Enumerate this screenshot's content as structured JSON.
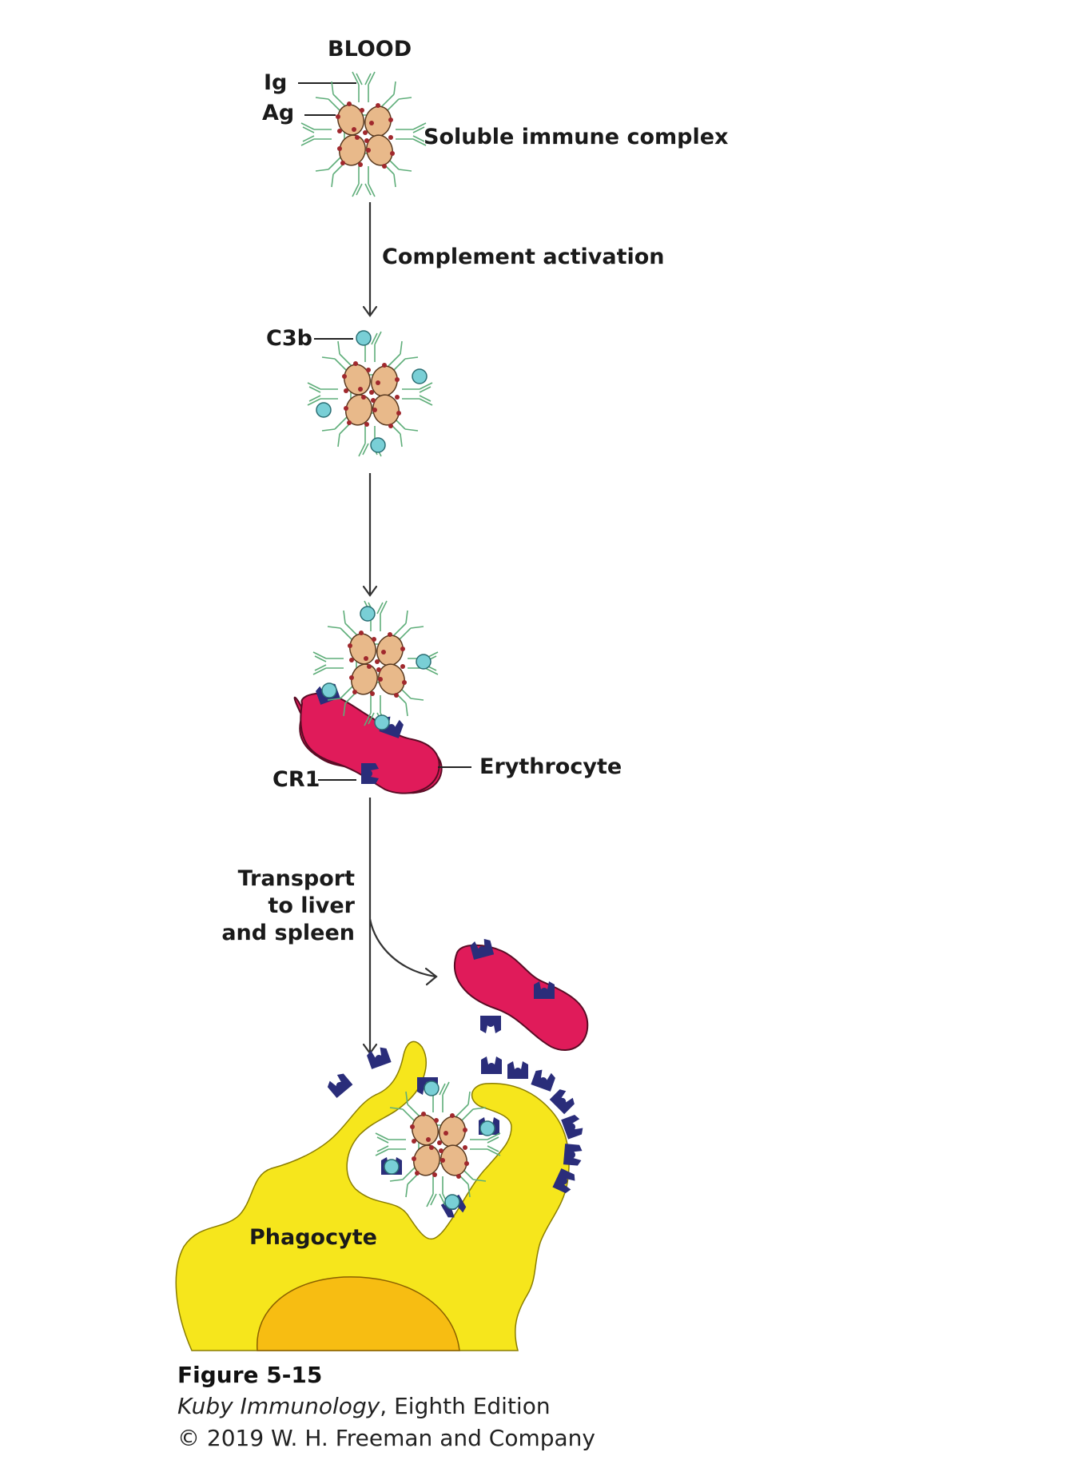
{
  "labels": {
    "blood": "BLOOD",
    "ig": "Ig",
    "ag": "Ag",
    "soluble_complex": "Soluble immune complex",
    "complement_activation": "Complement activation",
    "c3b": "C3b",
    "erythrocyte": "Erythrocyte",
    "cr1": "CR1",
    "transport_line1": "Transport",
    "transport_line2": "to liver",
    "transport_line3": "and spleen",
    "phagocyte": "Phagocyte"
  },
  "caption": {
    "figure_number": "Figure 5-15",
    "book_title": "Kuby Immunology",
    "edition": ", Eighth Edition",
    "copyright": "© 2019 W. H. Freeman and Company"
  },
  "colors": {
    "antigen_fill": "#e8b98a",
    "antigen_dots": "#a0282d",
    "antibody_stroke": "#5fae7a",
    "c3b": "#79cfd6",
    "erythrocyte": "#e01b5a",
    "cr1_receptor": "#2a2d7a",
    "phagocyte": "#f6e61c",
    "nucleus": "#f7bd12"
  }
}
